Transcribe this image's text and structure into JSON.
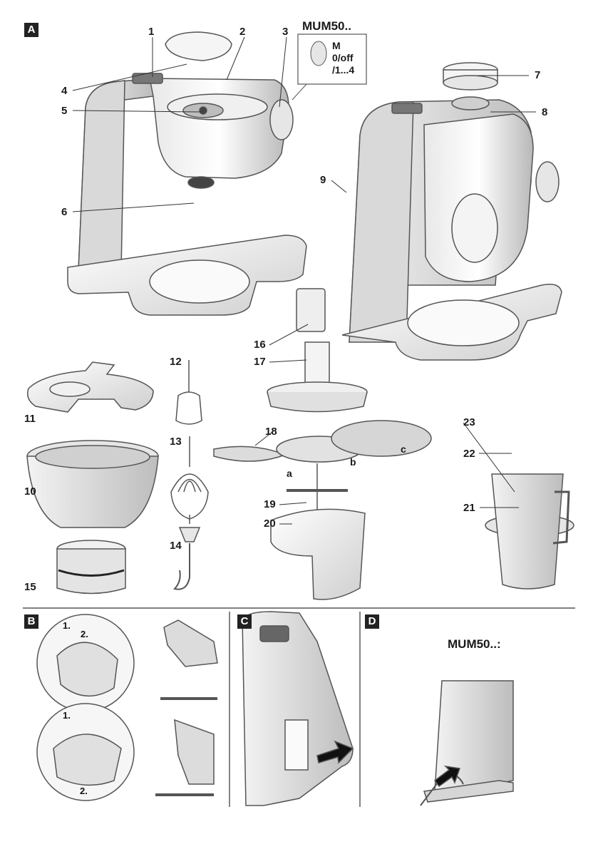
{
  "sections": {
    "A": "A",
    "B": "B",
    "C": "C",
    "D": "D"
  },
  "model_label": "MUM50..",
  "switch_positions": [
    "M",
    "0/off",
    "/1...4"
  ],
  "part_numbers": [
    "1",
    "2",
    "3",
    "4",
    "5",
    "6",
    "7",
    "8",
    "9",
    "10",
    "11",
    "12",
    "13",
    "14",
    "15",
    "16",
    "17",
    "18",
    "19",
    "20",
    "21",
    "22",
    "23"
  ],
  "disc_letters": {
    "a": "a",
    "b": "b",
    "c": "c"
  },
  "steps": {
    "one": "1.",
    "two": "2."
  },
  "section_d_title": "MUM50..:",
  "colors": {
    "line": "#333333",
    "body": "#ffffff",
    "shade": "#d6d6d6",
    "dark": "#555555"
  }
}
